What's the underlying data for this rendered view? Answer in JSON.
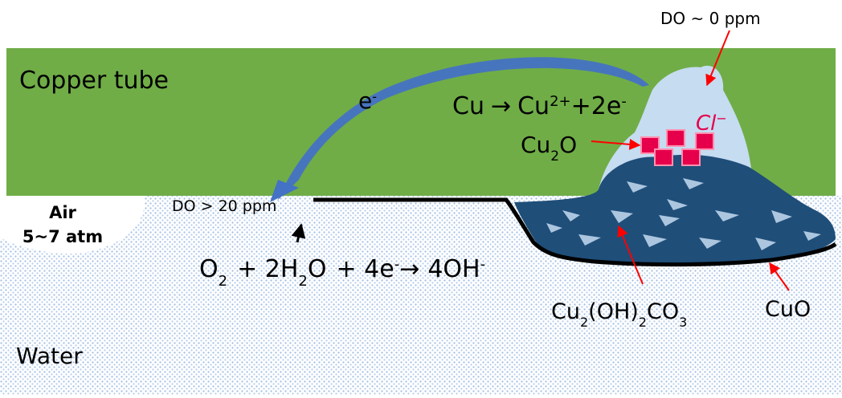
{
  "labels": {
    "copper_tube": "Copper tube",
    "water": "Water",
    "air_line1": "Air",
    "air_line2": "5~7 atm",
    "do_top": "DO ~ 0 ppm",
    "do_surface": "DO > 20 ppm",
    "electron": "e",
    "electron_sup": "-",
    "chloride": "Cl",
    "chloride_sup": "−"
  },
  "anodic_reaction": {
    "cu": "Cu",
    "arrow": "→",
    "cu2": "Cu",
    "cu2_sup": "2+",
    "plus_2e": "+2e",
    "e_sup": "-"
  },
  "cathodic_reaction": {
    "o": "O",
    "o_sub": "2",
    "plus1": "+ 2H",
    "h_sub": "2",
    "o_water": "O",
    "plus2": "+ 4e",
    "e_sup": "-",
    "arrow": "→",
    "product": "4OH",
    "product_sup": "-"
  },
  "products": {
    "cu2o_main": "Cu",
    "cu2o_sub": "2",
    "cu2o_end": "O",
    "malachite_a": "Cu",
    "malachite_sub1": "2",
    "malachite_b": "(OH)",
    "malachite_sub2": "2",
    "malachite_c": "CO",
    "malachite_sub3": "3",
    "cuo": "CuO"
  },
  "colors": {
    "copper": "#70ad47",
    "water_dots": "#a9c4e4",
    "pit_light": "#c5dcf1",
    "deposit": "#1f4e79",
    "cu2o_crystal": "#e6004c",
    "electron_arrow": "#4472c4",
    "red_arrow": "#ff0000"
  }
}
